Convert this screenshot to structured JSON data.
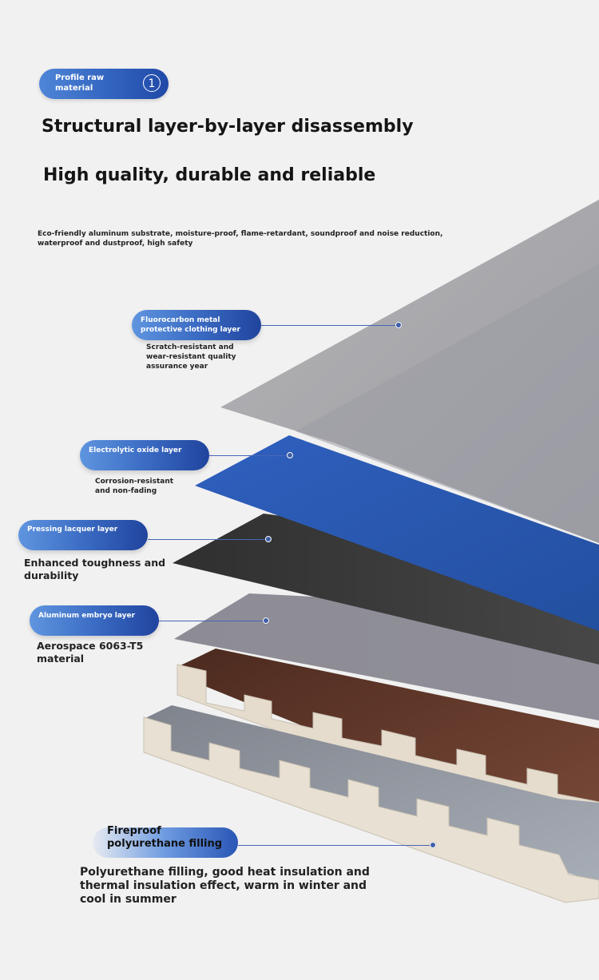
{
  "header": {
    "badge_label": "Profile raw material",
    "badge_number": "1",
    "title_1": "Structural layer-by-layer disassembly",
    "title_2": "High quality, durable and reliable",
    "intro": "Eco-friendly aluminum substrate, moisture-proof, flame-retardant, soundproof and noise reduction, waterproof and dustproof, high safety"
  },
  "layers": [
    {
      "label": "Fluorocarbon metal protective clothing layer",
      "description": "Scratch-resistant and wear-resistant quality assurance year"
    },
    {
      "label": "Electrolytic oxide layer",
      "description": "Corrosion-resistant and non-fading"
    },
    {
      "label": "Pressing lacquer layer",
      "description": "Enhanced toughness and durability"
    },
    {
      "label": "Aluminum embryo layer",
      "description": "Aerospace 6063-T5 material"
    },
    {
      "label": "Fireproof polyurethane filling",
      "description": "Polyurethane filling, good heat insulation and thermal insulation effect, warm in winter and cool in summer"
    }
  ],
  "colors": {
    "fluorocarbon_layer": "#a6a6a8",
    "oxide_layer": "#2c59b0",
    "lacquer_layer": "#3d3d3d",
    "aluminum_layer": "#8e8d96",
    "brown_panel": "#5e3528",
    "filling": "#e6ded0",
    "accent": "#3264bf"
  }
}
